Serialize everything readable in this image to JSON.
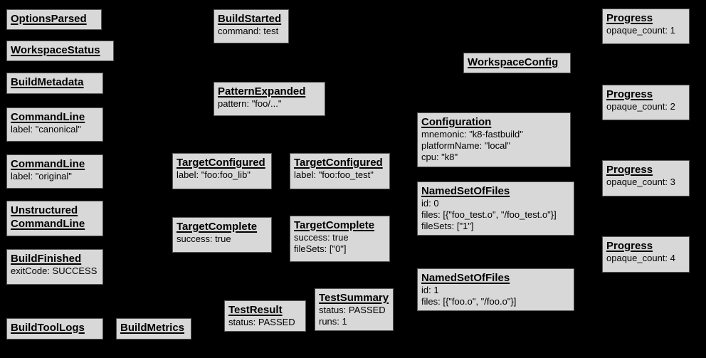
{
  "colors": {
    "background": "#000000",
    "node_fill": "#d8d8d8",
    "node_border": "#565656",
    "node_text": "#000000"
  },
  "nodes": [
    {
      "title": "OptionsParsed",
      "lines": []
    },
    {
      "title": "WorkspaceStatus",
      "lines": []
    },
    {
      "title": "BuildMetadata",
      "lines": []
    },
    {
      "title": "CommandLine",
      "lines": [
        "label: \"canonical\""
      ]
    },
    {
      "title": "CommandLine",
      "lines": [
        "label: \"original\""
      ]
    },
    {
      "title": "Unstructured CommandLine",
      "lines": []
    },
    {
      "title": "BuildFinished",
      "lines": [
        "exitCode: SUCCESS"
      ]
    },
    {
      "title": "BuildToolLogs",
      "lines": []
    },
    {
      "title": "BuildMetrics",
      "lines": []
    },
    {
      "title": "BuildStarted",
      "lines": [
        "command: test"
      ]
    },
    {
      "title": "PatternExpanded",
      "lines": [
        "pattern: \"foo/...\""
      ]
    },
    {
      "title": "TargetConfigured",
      "lines": [
        "label: \"foo:foo_lib\""
      ]
    },
    {
      "title": "TargetConfigured",
      "lines": [
        "label: \"foo:foo_test\""
      ]
    },
    {
      "title": "TargetComplete",
      "lines": [
        "success: true"
      ]
    },
    {
      "title": "TargetComplete",
      "lines": [
        "success: true",
        "fileSets: [\"0\"]"
      ]
    },
    {
      "title": "TestResult",
      "lines": [
        "status: PASSED"
      ]
    },
    {
      "title": "TestSummary",
      "lines": [
        "status: PASSED",
        "runs: 1"
      ]
    },
    {
      "title": "WorkspaceConfig",
      "lines": []
    },
    {
      "title": "Configuration",
      "lines": [
        "mnemonic: \"k8-fastbuild\"",
        "platformName: \"local\"",
        "cpu: \"k8\""
      ]
    },
    {
      "title": "NamedSetOfFiles",
      "lines": [
        "id: 0",
        "files: [{\"foo_test.o\", \"/foo_test.o\"}]",
        "fileSets: [\"1\"]"
      ]
    },
    {
      "title": "NamedSetOfFiles",
      "lines": [
        "id: 1",
        "files: [{\"foo.o\", \"/foo.o\"}]"
      ]
    },
    {
      "title": "Progress",
      "lines": [
        "opaque_count: 1"
      ]
    },
    {
      "title": "Progress",
      "lines": [
        "opaque_count: 2"
      ]
    },
    {
      "title": "Progress",
      "lines": [
        "opaque_count: 3"
      ]
    },
    {
      "title": "Progress",
      "lines": [
        "opaque_count: 4"
      ]
    }
  ]
}
